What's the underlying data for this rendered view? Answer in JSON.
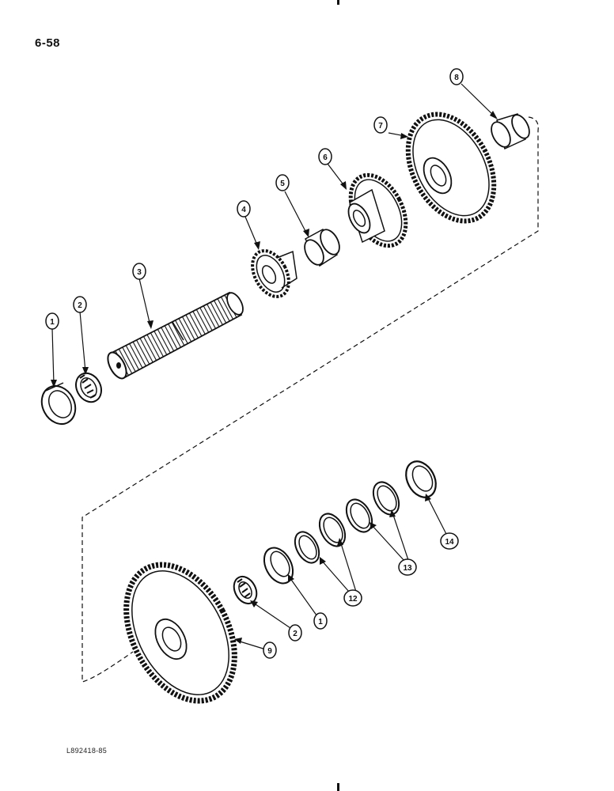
{
  "page_number": "6-58",
  "figure_ref": "L892418-85",
  "callouts": {
    "c1a": "1",
    "c2a": "2",
    "c3": "3",
    "c4": "4",
    "c5": "5",
    "c6": "6",
    "c7": "7",
    "c8": "8",
    "c9": "9",
    "c2b": "2",
    "c1b": "1",
    "c12": "12",
    "c13": "13",
    "c14": "14"
  },
  "parts": [
    "bearing-cup",
    "bearing-cone",
    "shaft",
    "gear",
    "sleeve",
    "gear",
    "gear",
    "bushing",
    "gear",
    "shim",
    "shim",
    "bearing-cup"
  ]
}
